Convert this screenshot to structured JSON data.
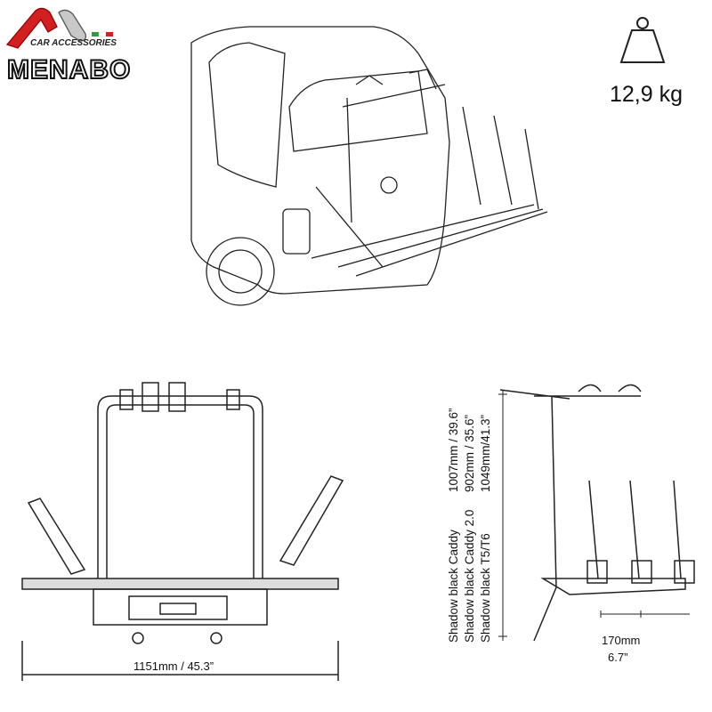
{
  "brand": {
    "name": "MENABO",
    "tagline": "car accessories",
    "colors": {
      "red": "#d21f1f",
      "silver": "#b8b8b8"
    }
  },
  "weight": {
    "icon": "weight-icon",
    "value": "12,9 kg"
  },
  "dimensions": {
    "width": "1151mm / 45.3”",
    "heights": [
      {
        "model": "Shadow black Caddy",
        "value": "1007mm / 39.6”"
      },
      {
        "model": "Shadow black Caddy 2.0",
        "value": "902mm / 35.6”"
      },
      {
        "model": "Shadow black T5/T6",
        "value": "1049mm/41.3”"
      }
    ],
    "spacing_mm": "170mm",
    "spacing_in": "6.7”"
  }
}
